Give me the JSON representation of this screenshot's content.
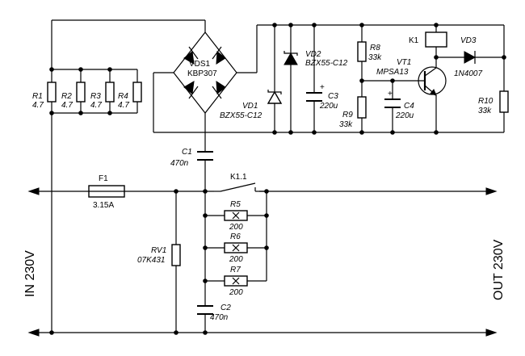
{
  "components": {
    "r1": {
      "ref": "R1",
      "value": "4.7"
    },
    "r2": {
      "ref": "R2",
      "value": "4.7"
    },
    "r3": {
      "ref": "R3",
      "value": "4.7"
    },
    "r4": {
      "ref": "R4",
      "value": "4.7"
    },
    "vds1": {
      "ref": "VDS1",
      "value": "KBP307"
    },
    "vd1": {
      "ref": "VD1",
      "value": "BZX55-C12"
    },
    "vd2": {
      "ref": "VD2",
      "value": "BZX55-C12"
    },
    "c3": {
      "ref": "C3",
      "value": "220u",
      "polarity": "+"
    },
    "r8": {
      "ref": "R8",
      "value": "33k"
    },
    "r9": {
      "ref": "R9",
      "value": "33k"
    },
    "c4": {
      "ref": "C4",
      "value": "220u",
      "polarity": "+"
    },
    "k1": {
      "ref": "K1"
    },
    "vd3": {
      "ref": "VD3",
      "value": "1N4007"
    },
    "vt1": {
      "ref": "VT1",
      "value": "MPSA13"
    },
    "r10": {
      "ref": "R10",
      "value": "33k"
    },
    "c1": {
      "ref": "C1",
      "value": "470n"
    },
    "f1": {
      "ref": "F1",
      "value": "3.15A"
    },
    "k11": {
      "ref": "K1.1"
    },
    "r5": {
      "ref": "R5",
      "value": "200"
    },
    "r6": {
      "ref": "R6",
      "value": "200"
    },
    "r7": {
      "ref": "R7",
      "value": "200"
    },
    "rv1": {
      "ref": "RV1",
      "value": "07K431"
    },
    "c2": {
      "ref": "C2",
      "value": "470n"
    }
  },
  "terminals": {
    "input": "IN 230V",
    "output": "OUT 230V"
  }
}
